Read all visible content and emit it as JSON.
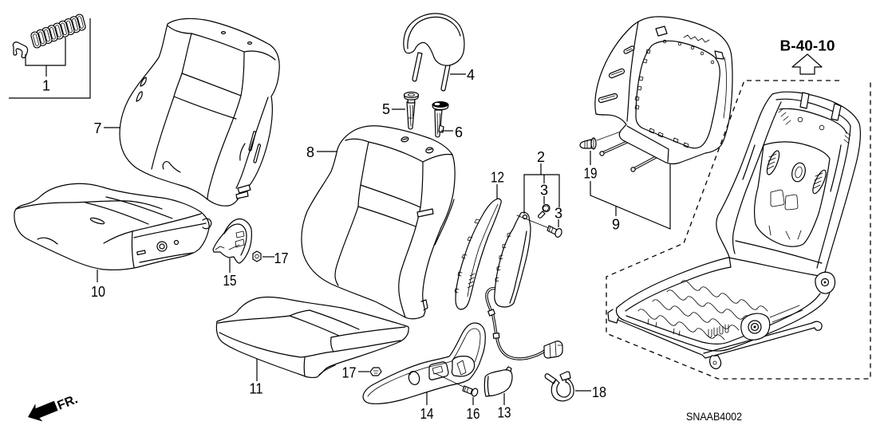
{
  "reference": {
    "label": "B-40-10",
    "icon": "up-arrow-outline-icon"
  },
  "drawing_code": "SNAAB4002",
  "front_indicator": {
    "label": "FR.",
    "icon": "front-direction-arrow-icon"
  },
  "callouts": {
    "c1": "1",
    "c2": "2",
    "c3_upper": "3",
    "c3_lower": "3",
    "c4": "4",
    "c5": "5",
    "c6": "6",
    "c7": "7",
    "c8": "8",
    "c9": "9",
    "c10": "10",
    "c11": "11",
    "c12": "12",
    "c13": "13",
    "c14": "14",
    "c15": "15",
    "c16": "16",
    "c17_upper": "17",
    "c17_lower": "17",
    "c18": "18",
    "c19": "19"
  },
  "colors": {
    "line": "#000000",
    "background": "#ffffff"
  }
}
